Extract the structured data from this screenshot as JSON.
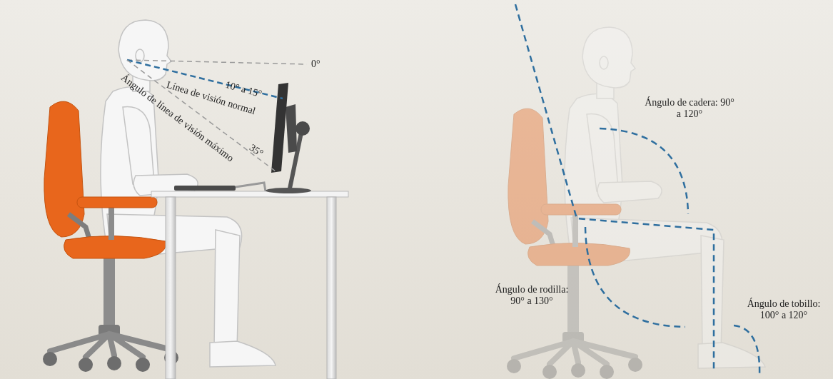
{
  "diagram": {
    "labels": [
      "0°",
      "10° a 15°",
      "Línea de visión normal",
      "Ángulo de línea de visión máximo",
      "35°",
      "Ángulo de cadera: 90° a 120°",
      "Ángulo de rodilla: 90° a 130°",
      "Ángulo de tobillo: 100° a 120°"
    ]
  }
}
